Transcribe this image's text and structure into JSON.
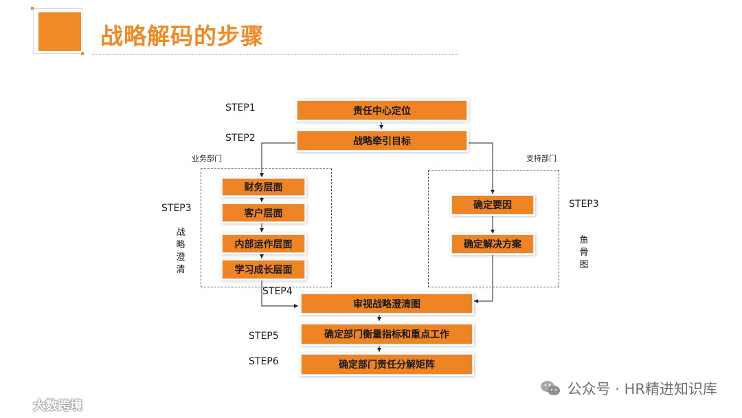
{
  "title": "战略解码的步骤",
  "steps": {
    "step1": "STEP1",
    "step2": "STEP2",
    "step3_left": "STEP3",
    "step3_right": "STEP3",
    "step4": "STEP4",
    "step5": "STEP5",
    "step6": "STEP6"
  },
  "boxes": {
    "responsibility_center": "责任中心定位",
    "strategic_goal": "战略牵引目标",
    "finance": "财务层面",
    "customer": "客户层面",
    "internal_ops": "内部运作层面",
    "learning_growth": "学习成长层面",
    "key_cause": "确定要因",
    "solution": "确定解决方案",
    "review_map": "审视战略澄清图",
    "dept_metrics": "确定部门衡量指标和重点工作",
    "dept_matrix": "确定部门责任分解矩阵"
  },
  "labels": {
    "business_dept": "业务部门",
    "support_dept": "支持部门",
    "strategy_clarify": "战略澄清",
    "fishbone": "鱼骨图"
  },
  "watermark": {
    "right": "公众号 · HR精进知识库",
    "left": "大数跨境"
  },
  "colors": {
    "accent": "#f08a24",
    "box": "#ee8424"
  }
}
